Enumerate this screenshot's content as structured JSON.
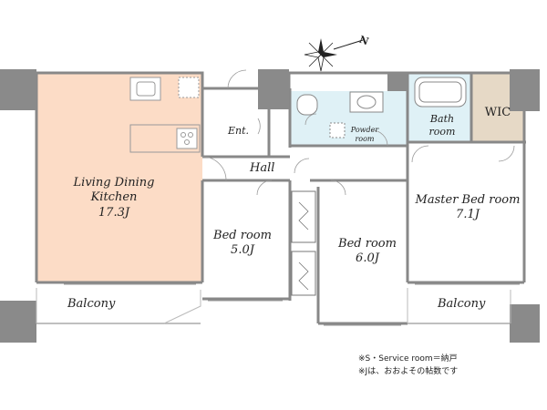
{
  "rooms": {
    "ldk": {
      "name_line1": "Living Dining",
      "name_line2": "Kitchen",
      "size": "17.3J"
    },
    "entrance": "Ent.",
    "hall": "Hall",
    "powder_line1": "Powder",
    "powder_line2": "room",
    "bath_line1": "Bath",
    "bath_line2": "room",
    "wic": "WIC",
    "bedroom1": {
      "name": "Bed room",
      "size": "5.0J"
    },
    "bedroom2": {
      "name": "Bed room",
      "size": "6.0J"
    },
    "master": {
      "name": "Master Bed room",
      "size": "7.1J"
    },
    "balcony_left": "Balcony",
    "balcony_right": "Balcony"
  },
  "compass": {
    "north_label": "N"
  },
  "notes": {
    "line1": "※S・Service room＝納戸",
    "line2": "※Jは、おおよその帖数です"
  },
  "colors": {
    "ldk_floor": "#fcdcc6",
    "wet_area_floor": "#dff1f6",
    "wic_floor": "#e6d9c6",
    "wall": "#888888",
    "column": "#8a8a8a"
  }
}
